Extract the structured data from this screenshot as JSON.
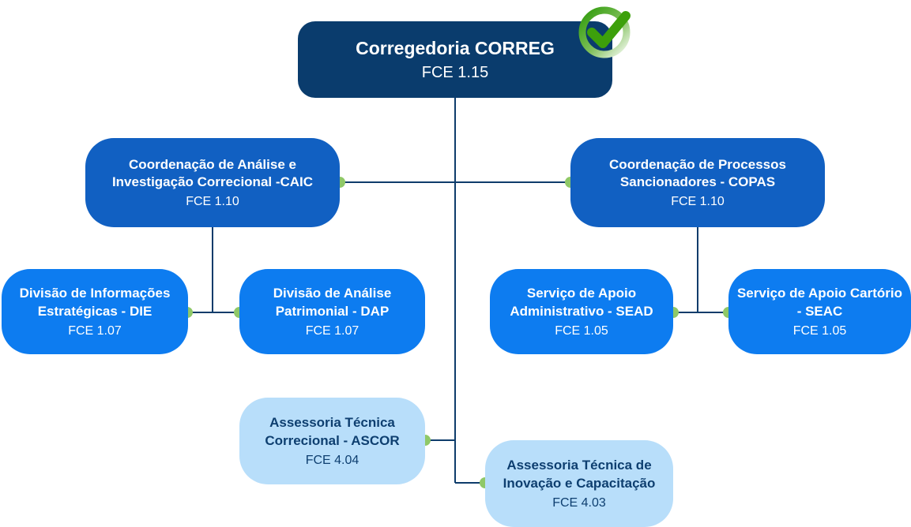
{
  "palette": {
    "root_box": "#0a3c6d",
    "coord_box": "#1160c2",
    "division_box": "#0d7cf0",
    "advisory_box": "#b8defa",
    "advisory_text": "#0e3f70",
    "light_text": "#ffffff",
    "connector_line": "#0e3c6b",
    "junction_dot": "#8fc868",
    "check_green": "#3da00b"
  },
  "icons": {
    "check_badge": "check-circle"
  },
  "nodes": [
    {
      "id": "correg",
      "title": "Corregedoria CORREG",
      "subtitle": "FCE 1.15"
    },
    {
      "id": "caic",
      "title": "Coordenação de Análise e Investigação Correcional -CAIC",
      "subtitle": "FCE 1.10"
    },
    {
      "id": "copas",
      "title": "Coordenação de Processos Sancionadores - COPAS",
      "subtitle": "FCE 1.10"
    },
    {
      "id": "die",
      "title": "Divisão de Informações Estratégicas - DIE",
      "subtitle": "FCE 1.07"
    },
    {
      "id": "dap",
      "title": "Divisão de Análise Patrimonial - DAP",
      "subtitle": "FCE 1.07"
    },
    {
      "id": "sead",
      "title": "Serviço de Apoio Administrativo - SEAD",
      "subtitle": "FCE 1.05"
    },
    {
      "id": "seac",
      "title": "Serviço de Apoio Cartório - SEAC",
      "subtitle": "FCE 1.05"
    },
    {
      "id": "ascor",
      "title": "Assessoria Técnica Correcional - ASCOR",
      "subtitle": "FCE 4.04"
    },
    {
      "id": "inova",
      "title": "Assessoria Técnica de Inovação e Capacitação",
      "subtitle": "FCE 4.03"
    }
  ]
}
